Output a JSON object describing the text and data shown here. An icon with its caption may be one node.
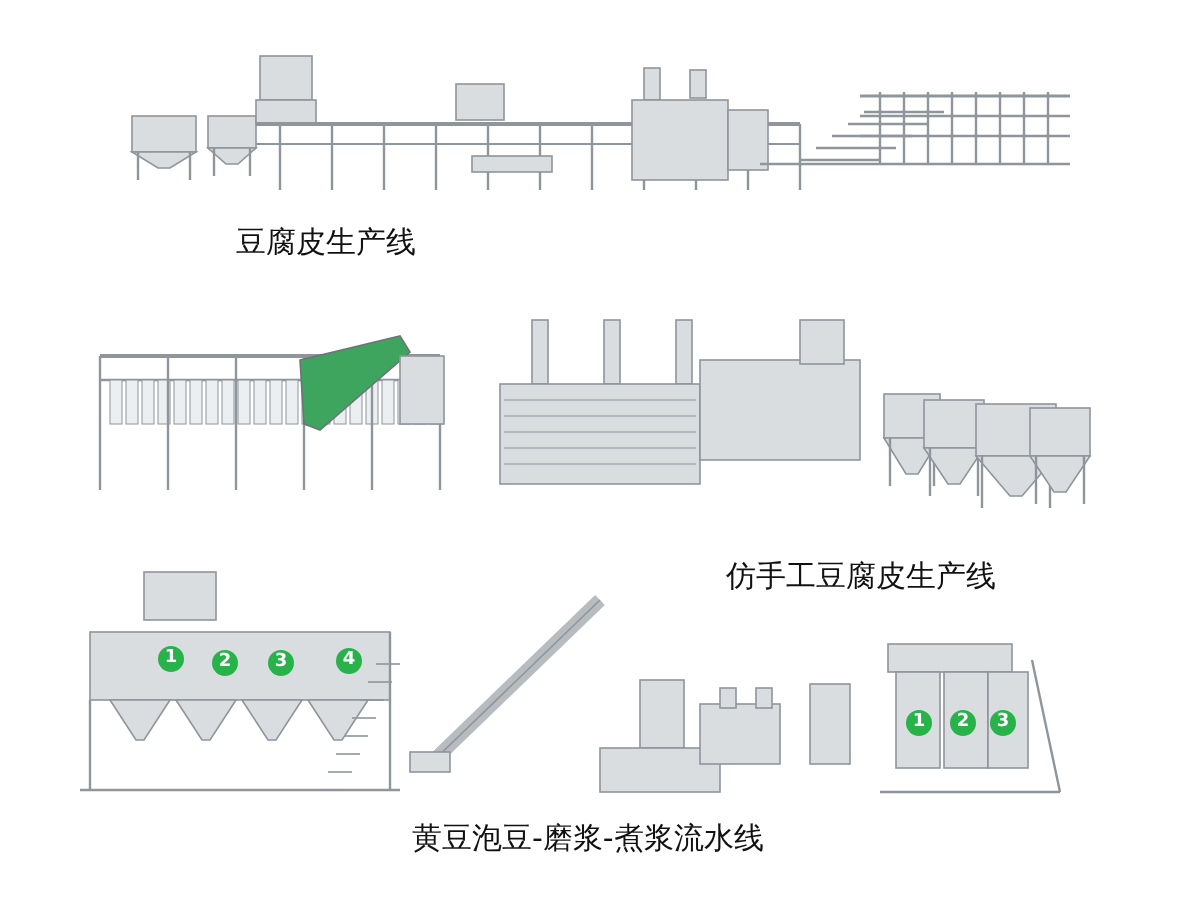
{
  "diagram": {
    "labels": [
      "豆腐皮生产线",
      "仿手工豆腐皮生产线",
      "1",
      "2",
      "3",
      "4",
      "1",
      "2",
      "3",
      "黄豆泡豆-磨浆-煮浆流水线"
    ]
  }
}
